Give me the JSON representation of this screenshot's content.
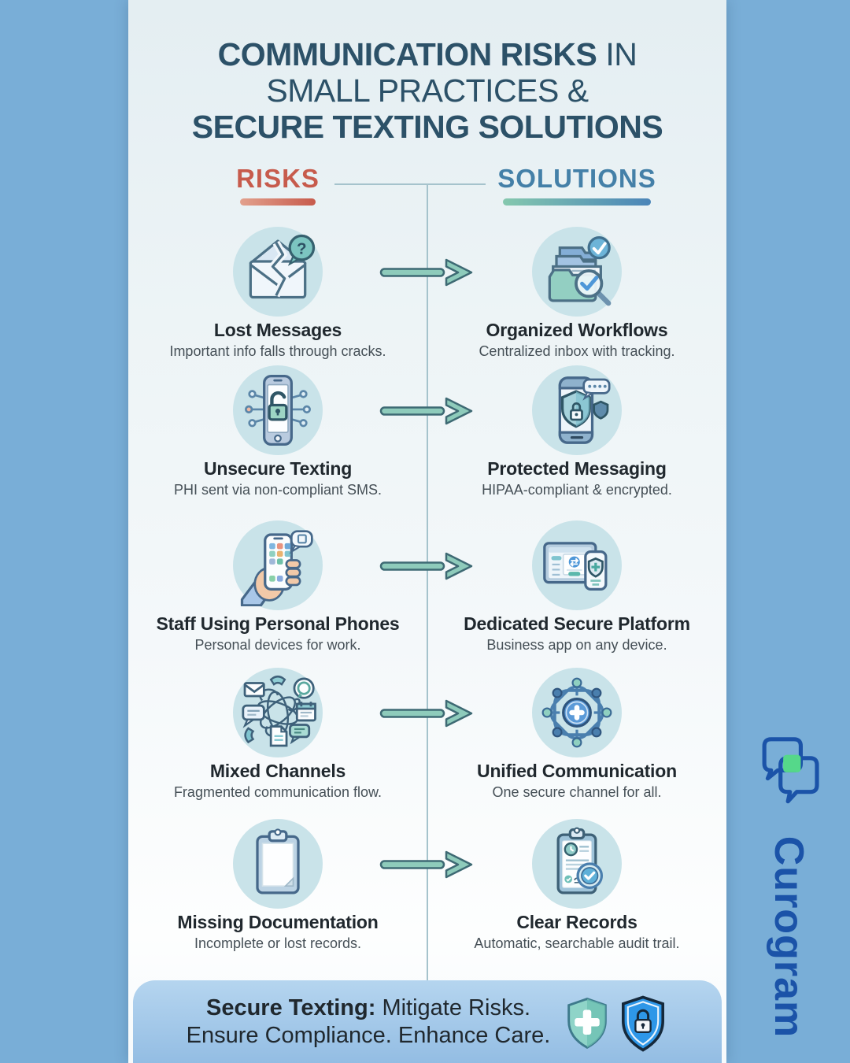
{
  "header": {
    "line1_bold": "COMMUNICATION RISKS",
    "line1_light": "IN",
    "line2": "SMALL PRACTICES &",
    "line3": "SECURE TEXTING SOLUTIONS"
  },
  "columns": {
    "risks_label": "RISKS",
    "solutions_label": "SOLUTIONS"
  },
  "rows": [
    {
      "risk": {
        "title": "Lost Messages",
        "desc": "Important info falls through cracks.",
        "icon": "broken-envelope-icon"
      },
      "solution": {
        "title": "Organized Workflows",
        "desc": "Centralized inbox with tracking.",
        "icon": "folders-magnifier-icon"
      }
    },
    {
      "risk": {
        "title": "Unsecure Texting",
        "desc": "PHI sent via non-compliant SMS.",
        "icon": "phone-unlocked-icon"
      },
      "solution": {
        "title": "Protected Messaging",
        "desc": "HIPAA-compliant & encrypted.",
        "icon": "phone-shield-icon"
      }
    },
    {
      "risk": {
        "title": "Staff Using Personal Phones",
        "desc": "Personal devices for work.",
        "icon": "hand-phone-icon"
      },
      "solution": {
        "title": "Dedicated Secure Platform",
        "desc": "Business app on any device.",
        "icon": "devices-platform-icon"
      }
    },
    {
      "risk": {
        "title": "Mixed Channels",
        "desc": "Fragmented communication flow.",
        "icon": "tangled-channels-icon"
      },
      "solution": {
        "title": "Unified Communication",
        "desc": "One secure channel for all.",
        "icon": "network-hub-icon"
      }
    },
    {
      "risk": {
        "title": "Missing Documentation",
        "desc": "Incomplete or lost records.",
        "icon": "empty-clipboard-icon"
      },
      "solution": {
        "title": "Clear Records",
        "desc": "Automatic, searchable audit trail.",
        "icon": "audit-clipboard-icon"
      }
    }
  ],
  "footer": {
    "line1_bold": "Secure Texting:",
    "line1_rest": "Mitigate Risks.",
    "line2": "Ensure Compliance. Enhance Care.",
    "icons": [
      "shield-cross-icon",
      "shield-lock-icon"
    ]
  },
  "brand": {
    "name": "Curogram",
    "icon": "curogram-chat-bubbles-icon"
  },
  "glyphs": {
    "question_mark": "?"
  },
  "colors": {
    "background": "#79aed7",
    "panel": "#eef5f7",
    "title": "#2c5168",
    "risks": "#c75b4c",
    "solutions": "#4480a8",
    "arrow": "#8ecbbb",
    "arrow_outline": "#3e6a74",
    "divider": "#a5c3cc",
    "icon_circle": "#c9e3e9",
    "banner_top": "#b5d5ef",
    "banner_bottom": "#93bde3",
    "brand_blue": "#1b53a8",
    "brand_green": "#55d88a"
  }
}
